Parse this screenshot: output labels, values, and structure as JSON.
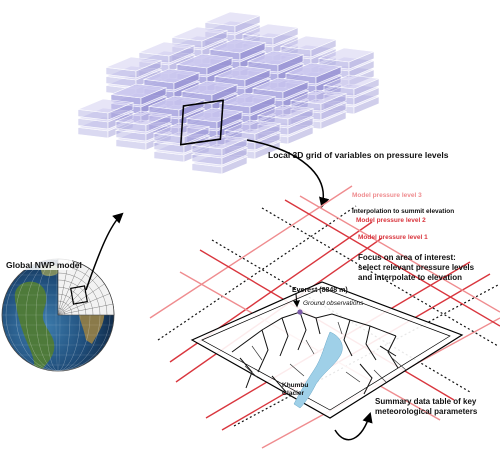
{
  "grid_caption": "Local 3D grid of variables on pressure levels",
  "global_model_label": "Global NWP model",
  "levels": {
    "level3": "Model pressure level 3",
    "interp": "Interpolation to summit elevation",
    "level2": "Model pressure level 2",
    "level1": "Model pressure level 1"
  },
  "focus_text": [
    "Focus on area of interest:",
    "select relevant pressure levels",
    "and interpolate to elevation"
  ],
  "everest_label": "Everest (8848 m)",
  "ground_obs_label": "Ground observations",
  "glacier_label": [
    "Khumbu",
    "Glacier"
  ],
  "summary_text": [
    "Summary data table of key",
    "meteorological parameters"
  ],
  "colors": {
    "pressure_line": "#d9363e",
    "pressure_line_light": "#ef8c8f",
    "cube_top": "#c9c6ee",
    "cube_front": "#aeaae0",
    "cube_side": "#9792d2",
    "glacier": "#9fd0e8",
    "sphere_ocean": "#1f4d7a",
    "sphere_land": "#4e7a3a"
  }
}
